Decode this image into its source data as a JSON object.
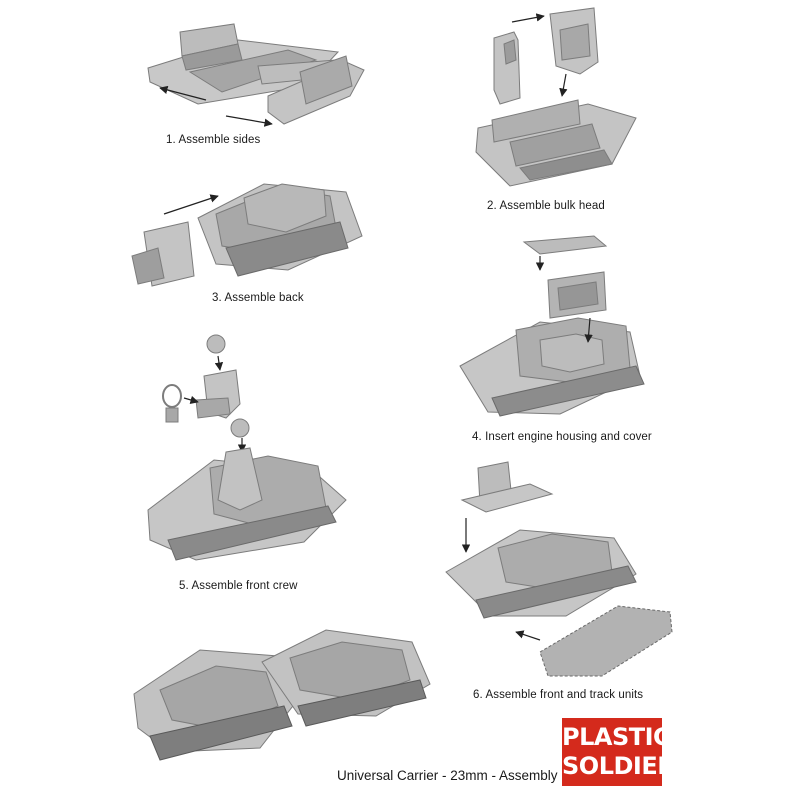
{
  "steps": [
    {
      "label": "1. Assemble sides"
    },
    {
      "label": "2. Assemble bulk head"
    },
    {
      "label": "3. Assemble back"
    },
    {
      "label": "4. Insert engine housing and cover"
    },
    {
      "label": "5. Assemble front crew"
    },
    {
      "label": "6. Assemble front and track units"
    }
  ],
  "footer": {
    "caption": "Universal Carrier - 23mm - Assembly"
  },
  "logo": {
    "line1": "PLASTIC",
    "line2": "SOLDIER",
    "color": "#d42a1c"
  },
  "palette": {
    "light": "#c8c8c8",
    "mid": "#a6a6a6",
    "dark": "#7c7c7c",
    "line": "#5a5a5a"
  }
}
